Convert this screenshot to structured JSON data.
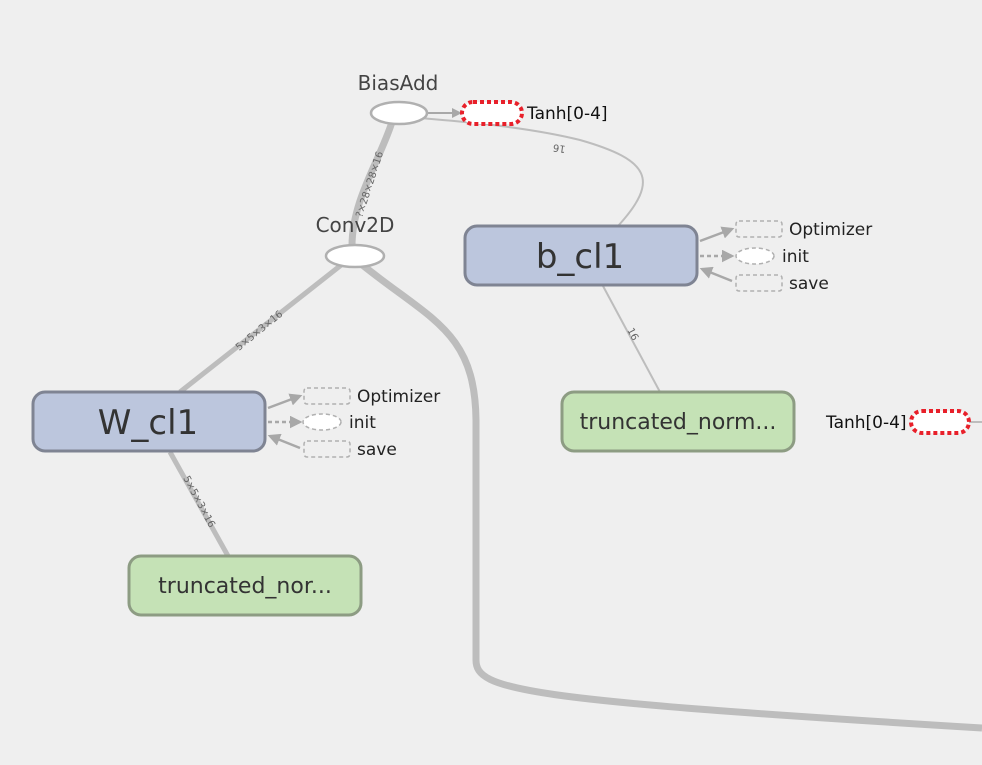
{
  "nodes": {
    "bias_add": {
      "label": "BiasAdd"
    },
    "conv2d": {
      "label": "Conv2D"
    },
    "w_cl1": {
      "label": "W_cl1"
    },
    "b_cl1": {
      "label": "b_cl1"
    },
    "trunc_w": {
      "label": "truncated_nor..."
    },
    "trunc_b": {
      "label": "truncated_norm..."
    },
    "tanh_top": {
      "label": "Tanh[0-4]"
    },
    "tanh_right": {
      "label": "Tanh[0-4]"
    }
  },
  "aux_w": {
    "optimizer": "Optimizer",
    "init": "init",
    "save": "save"
  },
  "aux_b": {
    "optimizer": "Optimizer",
    "init": "init",
    "save": "save"
  },
  "edges": {
    "conv_to_bias": "?×28×28×16",
    "b_to_bias": "16",
    "w_to_conv": "5×5×3×16",
    "trunc_to_w": "5×5×3×16",
    "trunc_to_b": "16"
  },
  "colors": {
    "background": "#efefef",
    "edge": "#bdbdbd",
    "variable_fill": "#bcc6dd",
    "variable_stroke": "#7f8493",
    "trunc_fill": "#c5e2b6",
    "trunc_stroke": "#8d9c83",
    "series_red": "#e8202a"
  }
}
